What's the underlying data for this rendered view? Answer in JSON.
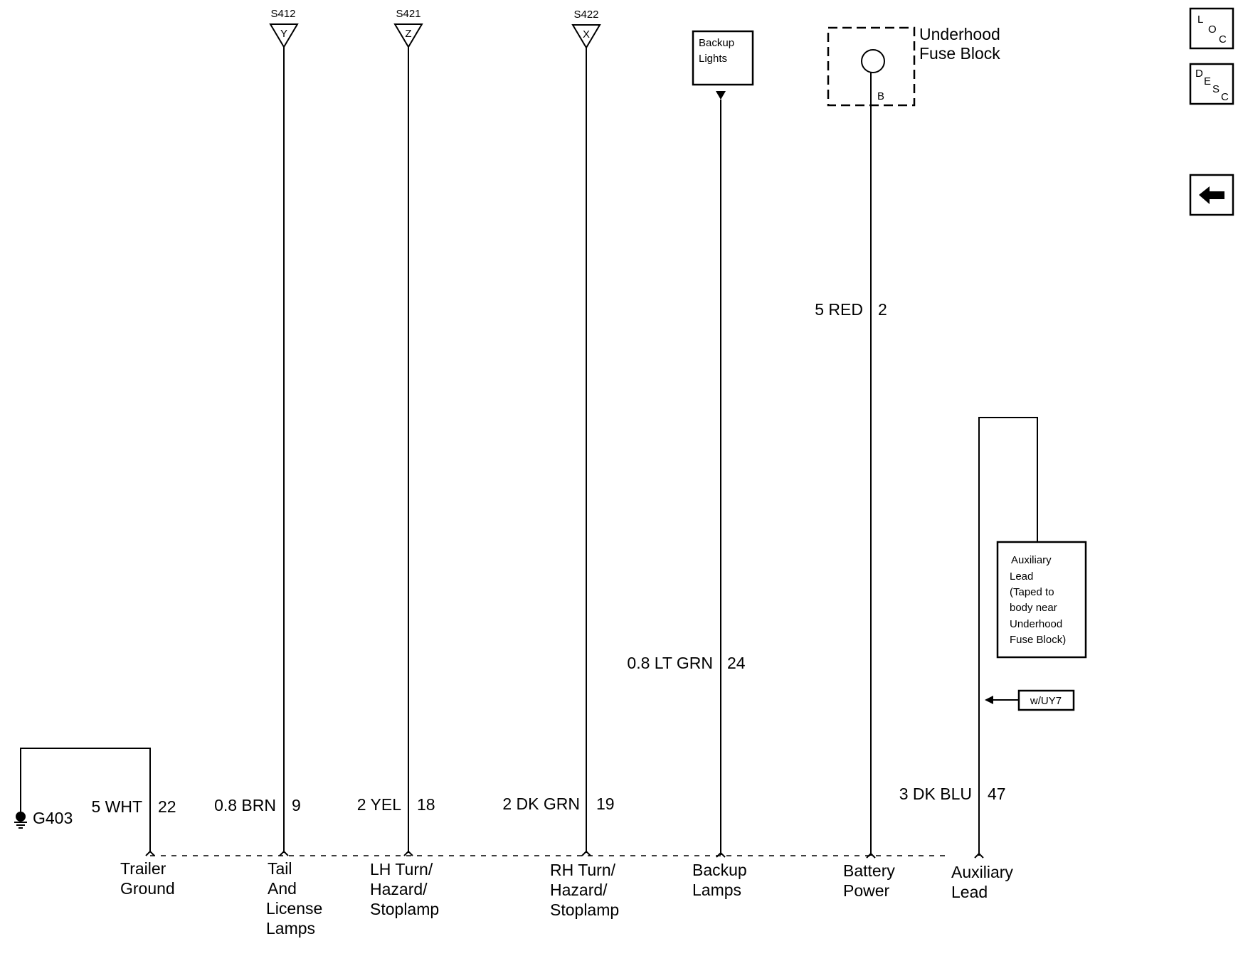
{
  "nav": {
    "loc": [
      "L",
      "O",
      "C"
    ],
    "desc": [
      "D",
      "E",
      "S",
      "C"
    ],
    "back_icon": "arrow-left-icon"
  },
  "splices": [
    {
      "id": "S412",
      "letter": "Y"
    },
    {
      "id": "S421",
      "letter": "Z"
    },
    {
      "id": "S422",
      "letter": "X"
    }
  ],
  "backup_lights_box": [
    "Backup",
    "Lights"
  ],
  "fuse_block": {
    "label": [
      "Underhood",
      "Fuse Block"
    ],
    "terminal": "B"
  },
  "ground": {
    "id": "G403",
    "icon": "ground-icon"
  },
  "wires": [
    {
      "spec": "5 WHT",
      "circuit": "22"
    },
    {
      "spec": "0.8 BRN",
      "circuit": "9"
    },
    {
      "spec": "2 YEL",
      "circuit": "18"
    },
    {
      "spec": "2 DK GRN",
      "circuit": "19"
    },
    {
      "spec": "0.8 LT GRN",
      "circuit": "24"
    },
    {
      "spec": "5 RED",
      "circuit": "2"
    },
    {
      "spec": "3 DK BLU",
      "circuit": "47"
    }
  ],
  "aux_note": [
    "Auxiliary",
    "Lead",
    "(Taped to",
    "body near",
    "Underhood",
    "Fuse Block)"
  ],
  "option_tag": "w/UY7",
  "connector_labels": [
    [
      "Trailer",
      "Ground"
    ],
    [
      "Tail",
      "And",
      "License",
      "Lamps"
    ],
    [
      "LH Turn/",
      "Hazard/",
      "Stoplamp"
    ],
    [
      "RH Turn/",
      "Hazard/",
      "Stoplamp"
    ],
    [
      "Backup",
      "Lamps"
    ],
    [
      "Battery",
      "Power"
    ],
    [
      "Auxiliary",
      "Lead"
    ]
  ]
}
